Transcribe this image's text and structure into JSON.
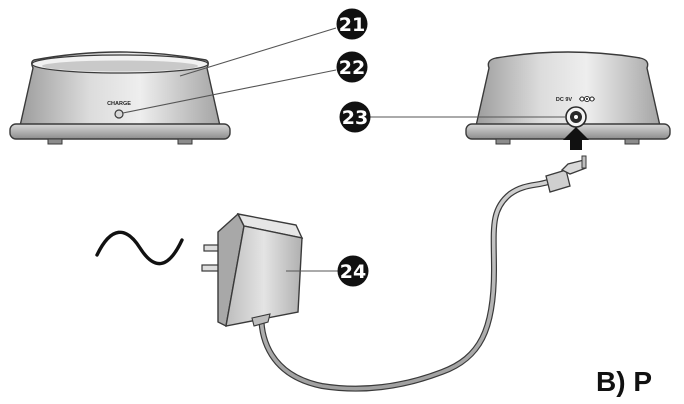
{
  "callouts": {
    "c21": "21",
    "c22": "22",
    "c23": "23",
    "c24": "24"
  },
  "labels": {
    "charge": "CHARGE",
    "dc_input": "DC 9V"
  },
  "section": {
    "title": "B) P"
  },
  "colors": {
    "base_light": "#e8e8e8",
    "base_dark": "#9a9a9a",
    "outline": "#3a3a3a",
    "callout_fill": "#111111"
  }
}
